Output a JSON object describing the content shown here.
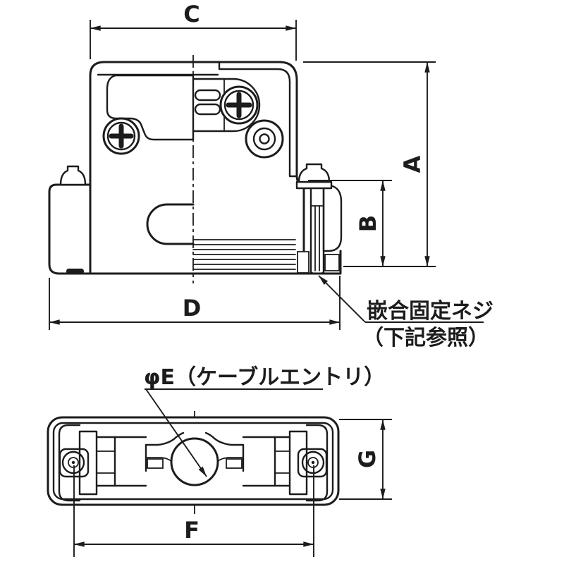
{
  "drawing": {
    "kind": "connector-hood-dimensional-drawing",
    "background_color": "#ffffff",
    "line_color": "#1c1c1c",
    "labels": {
      "a": "A",
      "b": "B",
      "c": "C",
      "d": "D",
      "f": "F",
      "g": "G"
    },
    "callouts": {
      "cable_entry": "φE（ケーブルエントリ）",
      "fixing_screw": "嵌合固定ネジ",
      "see_below": "（下記参照）"
    }
  }
}
